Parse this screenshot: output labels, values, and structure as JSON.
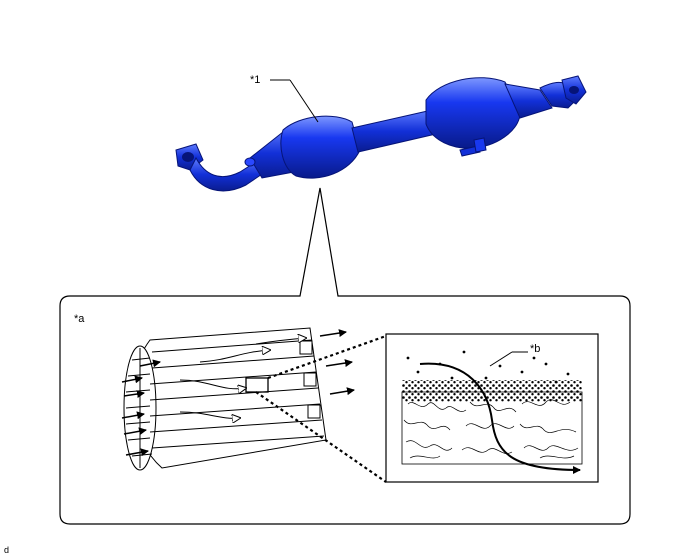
{
  "callouts": {
    "part_1": "*1",
    "detail_a": "*a",
    "detail_b": "*b"
  },
  "caption": "d",
  "colors": {
    "converter_blue": "#1030e0",
    "converter_dark": "#0a1f9a",
    "converter_light": "#6f8cff",
    "line": "#000000",
    "background": "#ffffff"
  }
}
